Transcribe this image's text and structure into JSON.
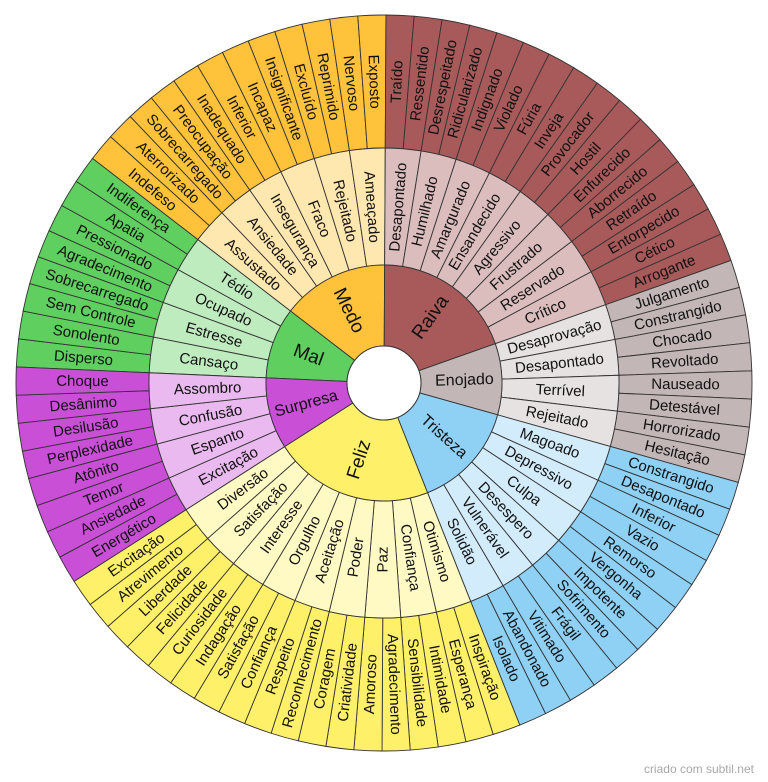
{
  "credit": "criado com subtil.net",
  "wheel": [
    {
      "label": "Mal",
      "color": "#5fcf5f",
      "children": [
        {
          "label": "Cansaço",
          "leaves": [
            "Disperso",
            "Sonolento"
          ]
        },
        {
          "label": "Estresse",
          "leaves": [
            "Sem Controle",
            "Sobrecarregado"
          ]
        },
        {
          "label": "Ocupado",
          "leaves": [
            "Agradecimento",
            "Pressionado"
          ]
        },
        {
          "label": "Tédio",
          "leaves": [
            "Apatia",
            "Indiferença"
          ]
        }
      ]
    },
    {
      "label": "Medo",
      "color": "#ffc23a",
      "children": [
        {
          "label": "Assustado",
          "leaves": [
            "Indefeso",
            "Aterrorizado"
          ]
        },
        {
          "label": "Ansiedade",
          "leaves": [
            "Sobrecarregado",
            "Preocupação"
          ]
        },
        {
          "label": "Insegurança",
          "leaves": [
            "Inadequado",
            "Inferior"
          ]
        },
        {
          "label": "Fraco",
          "leaves": [
            "Incapaz",
            "Insignificante"
          ]
        },
        {
          "label": "Rejeitado",
          "leaves": [
            "Excluído",
            "Reprimido"
          ]
        },
        {
          "label": "Ameaçado",
          "leaves": [
            "Nervoso",
            "Exposto"
          ]
        }
      ]
    },
    {
      "label": "Raiva",
      "color": "#a85a5a",
      "children": [
        {
          "label": "Desapontado",
          "leaves": [
            "Traído",
            "Ressentido"
          ]
        },
        {
          "label": "Humilhado",
          "leaves": [
            "Desrespeitado",
            "Ridicularizado"
          ]
        },
        {
          "label": "Amargurado",
          "leaves": [
            "Indignado",
            "Violado"
          ]
        },
        {
          "label": "Ensandecido",
          "leaves": [
            "Fúria",
            "Inveja"
          ]
        },
        {
          "label": "Agressivo",
          "leaves": [
            "Provocador",
            "Hostil"
          ]
        },
        {
          "label": "Frustrado",
          "leaves": [
            "Enfurecido",
            "Aborrecido"
          ]
        },
        {
          "label": "Reservado",
          "leaves": [
            "Retraído",
            "Entorpecido"
          ]
        },
        {
          "label": "Crítico",
          "leaves": [
            "Cético",
            "Arrogante"
          ]
        }
      ]
    },
    {
      "label": "Enojado",
      "color": "#c2b6b6",
      "children": [
        {
          "label": "Desaprovação",
          "leaves": [
            "Julgamento",
            "Constrangido"
          ]
        },
        {
          "label": "Desapontado",
          "leaves": [
            "Chocado",
            "Revoltado"
          ]
        },
        {
          "label": "Terrível",
          "leaves": [
            "Nauseado",
            "Detestável"
          ]
        },
        {
          "label": "Rejeitado",
          "leaves": [
            "Horrorizado",
            "Hesitação"
          ]
        }
      ]
    },
    {
      "label": "Tristeza",
      "color": "#8fd0f5",
      "children": [
        {
          "label": "Magoado",
          "leaves": [
            "Constrangido",
            "Desapontado"
          ]
        },
        {
          "label": "Depressivo",
          "leaves": [
            "Inferior",
            "Vazio"
          ]
        },
        {
          "label": "Culpa",
          "leaves": [
            "Remorso",
            "Vergonha"
          ]
        },
        {
          "label": "Desespero",
          "leaves": [
            "Impotente",
            "Sofrimento"
          ]
        },
        {
          "label": "Vulnerável",
          "leaves": [
            "Frágil",
            "Vitimado"
          ]
        },
        {
          "label": "Solidão",
          "leaves": [
            "Abandonado",
            "Isolado"
          ]
        }
      ]
    },
    {
      "label": "Feliz",
      "color": "#fff06a",
      "children": [
        {
          "label": "Otimismo",
          "leaves": [
            "Inspiração",
            "Esperança"
          ]
        },
        {
          "label": "Confiança",
          "leaves": [
            "Intimidade",
            "Sensibilidade"
          ]
        },
        {
          "label": "Paz",
          "leaves": [
            "Agradecimento",
            "Amoroso"
          ]
        },
        {
          "label": "Poder",
          "leaves": [
            "Criatividade",
            "Coragem"
          ]
        },
        {
          "label": "Aceitação",
          "leaves": [
            "Reconhecimento",
            "Respeito"
          ]
        },
        {
          "label": "Orgulho",
          "leaves": [
            "Confiança",
            "Satisfação"
          ]
        },
        {
          "label": "Interesse",
          "leaves": [
            "Indagação",
            "Curiosidade"
          ]
        },
        {
          "label": "Satisfação",
          "leaves": [
            "Felicidade",
            "Liberdade"
          ]
        },
        {
          "label": "Diversão",
          "leaves": [
            "Atrevimento",
            "Excitação"
          ]
        }
      ]
    },
    {
      "label": "Surpresa",
      "color": "#c84fd6",
      "children": [
        {
          "label": "Excitação",
          "leaves": [
            "Energético",
            "Ansiedade"
          ]
        },
        {
          "label": "Espanto",
          "leaves": [
            "Temor",
            "Atônito"
          ]
        },
        {
          "label": "Confusão",
          "leaves": [
            "Perplexidade",
            "Desilusão"
          ]
        },
        {
          "label": "Assombro",
          "leaves": [
            "Desânimo",
            "Choque"
          ]
        }
      ]
    }
  ]
}
